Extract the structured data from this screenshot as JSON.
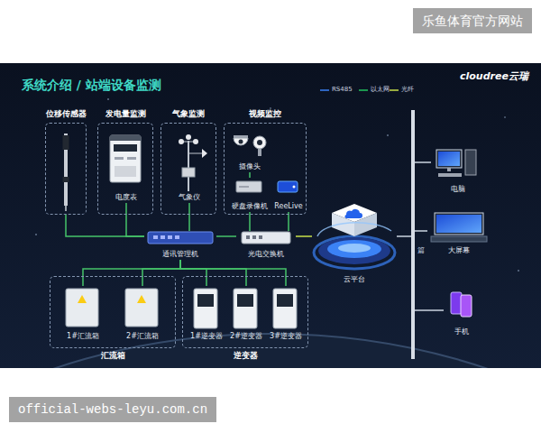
{
  "diagram": {
    "title": "系统介绍 / 站端设备监测",
    "nodes": [
      {
        "text": [
          "位移传感器"
        ]
      },
      {
        "text": [
          "发电量监测"
        ]
      },
      {
        "text": [
          "电度表"
        ],
        "in": 1
      },
      {
        "text": [
          "气象监测"
        ]
      },
      {
        "text": [
          "气象仪"
        ],
        "in": 3
      },
      {
        "text": [
          "视频监控"
        ]
      },
      {
        "text": [
          "摄像头"
        ],
        "in": 5
      },
      {
        "text": [
          "硬盘录像机"
        ],
        "in": 5
      },
      {
        "text": [
          "ReeLive"
        ],
        "in": 5
      },
      {
        "text": [
          "通讯管理机"
        ]
      },
      {
        "text": [
          "光电交换机"
        ]
      },
      {
        "text": [
          "云平台"
        ]
      },
      {
        "text": [
          "电脑"
        ]
      },
      {
        "text": [
          "大屏幕"
        ]
      },
      {
        "text": [
          "手机"
        ]
      },
      {
        "text": [
          "汇流箱"
        ]
      },
      {
        "text": [
          "1#汇流箱"
        ],
        "in": 15
      },
      {
        "text": [
          "2#汇流箱"
        ],
        "in": 15
      },
      {
        "text": [
          "逆变器"
        ]
      },
      {
        "text": [
          "1#逆变器"
        ],
        "in": 18
      },
      {
        "text": [
          "2#逆变器"
        ],
        "in": 18
      },
      {
        "text": [
          "3#逆变器"
        ],
        "in": 18
      }
    ],
    "edges": [
      {
        "from": 0,
        "to": 9,
        "arrow": "none"
      },
      {
        "from": 2,
        "to": 9,
        "arrow": "none"
      },
      {
        "from": 4,
        "to": 9,
        "arrow": "none"
      },
      {
        "from": 6,
        "to": 7,
        "arrow": "none"
      },
      {
        "from": 7,
        "to": 10,
        "arrow": "none"
      },
      {
        "from": 8,
        "to": 10,
        "arrow": "none"
      },
      {
        "from": 9,
        "to": 10,
        "arrow": "none"
      },
      {
        "from": 10,
        "to": 11,
        "arrow": "none"
      },
      {
        "from": 16,
        "to": 9,
        "arrow": "none"
      },
      {
        "from": 17,
        "to": 9,
        "arrow": "none"
      },
      {
        "from": 19,
        "to": 9,
        "arrow": "none"
      },
      {
        "from": 20,
        "to": 9,
        "arrow": "none"
      },
      {
        "from": 21,
        "to": 9,
        "arrow": "none"
      }
    ],
    "labels": [
      "乐鱼体育官方网站",
      "cloudree云瑞",
      "篇",
      "official-webs-leyu.com.cn"
    ],
    "legend": [
      {
        "text": "RS485"
      },
      {
        "text": "以太网"
      },
      {
        "text": "光纤"
      }
    ]
  }
}
